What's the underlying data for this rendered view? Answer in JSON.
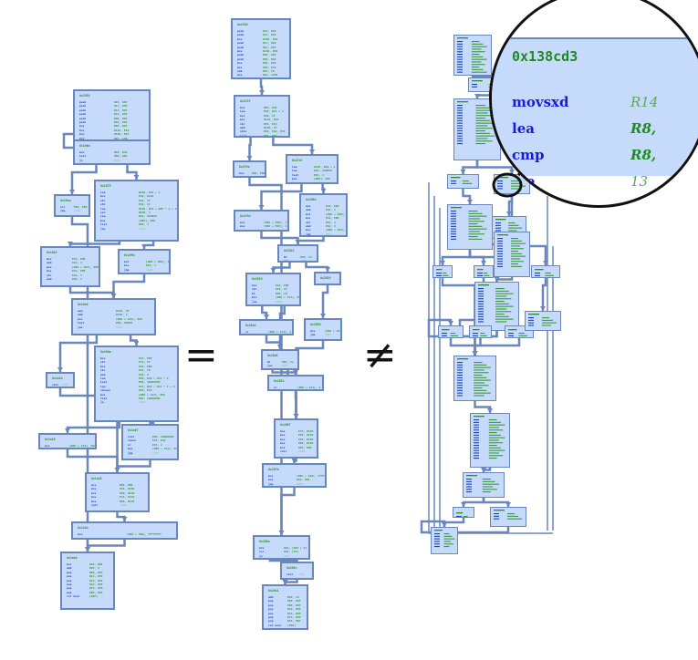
{
  "symbols": {
    "equal": "=",
    "not_equal": "≠"
  },
  "magnifier": {
    "address": "0x138cd3",
    "rows": [
      {
        "mnemonic": "movsxd",
        "operand": "R14",
        "operand_style": "dim"
      },
      {
        "mnemonic": "lea",
        "operand": "R8,",
        "operand_style": "reg"
      },
      {
        "mnemonic": "cmp",
        "operand": "R8,",
        "operand_style": "reg"
      },
      {
        "mnemonic": "jbe",
        "operand": "13",
        "operand_style": "dim"
      }
    ]
  },
  "colors": {
    "block_fill": "#c6dbfb",
    "block_border": "#6a87bd",
    "edge": "#6a87bd",
    "mnemonic": "#1a3fbf",
    "register": "#3a9a3a",
    "address": "#2e8b2e"
  },
  "graphs": [
    {
      "name": "left-cfg",
      "blocks": [
        {
          "id": "b0",
          "addr": "0x1950",
          "lines": [
            [
              "push",
              "R15, RSP"
            ],
            [
              "push",
              "R14, RSP"
            ],
            [
              "push",
              "R13, RSP"
            ],
            [
              "push",
              "R12, RSP"
            ],
            [
              "push",
              "RBX, RSP"
            ],
            [
              "push",
              "RAX, RSP"
            ],
            [
              "mov",
              "RBP, RDI"
            ],
            [
              "mov",
              "R14D, ESI"
            ],
            [
              "mov",
              "R13D, EDX"
            ],
            [
              "mov",
              "RDI, 160"
            ],
            [
              "call",
              "1020"
            ]
          ]
        },
        {
          "id": "b1",
          "addr": "0x196d",
          "lines": [
            [
              "mov",
              "RBX, RAX"
            ],
            [
              "test",
              "RBX, RBX"
            ],
            [
              "je",
              "19aa"
            ]
          ]
        },
        {
          "id": "b2",
          "addr": "0x19aa",
          "lines": [
            [
              "xor",
              "EBX, EBX"
            ],
            [
              "jmp",
              "1a4d"
            ]
          ]
        },
        {
          "id": "b3",
          "addr": "0x1975",
          "lines": [
            [
              "lea",
              "R12D, R15 + 2"
            ],
            [
              "mov",
              "EAX, R12D"
            ],
            [
              "shr",
              "EAX, 1F"
            ],
            [
              "shl",
              "EAX, 1C"
            ],
            [
              "lea",
              "R13D, R15 + RAX * 1 + 2"
            ],
            [
              "sar",
              "R13D, 4"
            ],
            [
              "lea",
              "RAX, 21B008"
            ],
            [
              "mov",
              "[RBX], RAX"
            ],
            [
              "test",
              "R8D, 4"
            ],
            [
              "jne",
              "19b3"
            ]
          ]
        },
        {
          "id": "b4",
          "addr": "0x19b3",
          "lines": [
            [
              "mov",
              "EAX, EBP"
            ],
            [
              "and",
              "EAX, 3"
            ],
            [
              "mov",
              "[RBX + 1D7], EBP"
            ],
            [
              "mov",
              "EAX, EBP"
            ],
            [
              "shr",
              "EAX, 4"
            ],
            [
              "and",
              "EAX, 3"
            ]
          ]
        },
        {
          "id": "b5",
          "addr": "0x199b",
          "lines": [
            [
              "mov",
              "[RBX + 5D0], 1"
            ],
            [
              "mov",
              "EAX, 1"
            ],
            [
              "jmp",
              "19e6"
            ]
          ]
        },
        {
          "id": "b6",
          "addr": "0x19e6",
          "lines": [
            [
              "and",
              "R15D, 3F"
            ],
            [
              "add",
              "R15D, 2"
            ],
            [
              "mov",
              "[RBX + 104], EAX"
            ],
            [
              "test",
              "EBP, 80000"
            ],
            [
              "jne",
              "1a1b"
            ]
          ]
        },
        {
          "id": "b7",
          "addr": "0x1a1b",
          "lines": [
            [
              "call",
              "fc0"
            ]
          ]
        },
        {
          "id": "b8",
          "addr": "0x19de",
          "lines": [
            [
              "mov",
              "ECX, EBP"
            ],
            [
              "shr",
              "ECX, 1F"
            ],
            [
              "mov",
              "EAX, EBP"
            ],
            [
              "shr",
              "EAX, 1E"
            ],
            [
              "and",
              "EAX, 2"
            ],
            [
              "lea",
              "EDX, RAX + RCX * 2"
            ],
            [
              "test",
              "EBP, 40000000"
            ],
            [
              "lea",
              "ECX, RAX + RCX * 2 + 4"
            ],
            [
              "cmovne",
              "EDX, ECX"
            ],
            [
              "mov",
              "[RBX + 314], EDX"
            ],
            [
              "test",
              "EBP, 10000000"
            ],
            [
              "je",
              "1a28"
            ]
          ]
        },
        {
          "id": "b9",
          "addr": "0x1a20",
          "lines": [
            [
              "mov",
              "[RBX + 324], EAX"
            ]
          ]
        },
        {
          "id": "b10",
          "addr": "0x1a07",
          "lines": [
            [
              "test",
              "EBP, 40000000"
            ],
            [
              "cmove",
              "ECX, EAX"
            ],
            [
              "or",
              "ECX, 2"
            ],
            [
              "mov",
              "[RBX + 314], ECX"
            ],
            [
              "jmp",
              "1a28"
            ]
          ]
        },
        {
          "id": "b11",
          "addr": "0x1a28",
          "lines": [
            [
              "mov",
              "RDI, RBX"
            ],
            [
              "mov",
              "ESI, R15D"
            ],
            [
              "mov",
              "EDX, R14D"
            ],
            [
              "mov",
              "ECX, R12D"
            ],
            [
              "mov",
              "R8D, R13D"
            ],
            [
              "call",
              "1a50"
            ]
          ]
        },
        {
          "id": "b12",
          "addr": "0x1a3a",
          "lines": [
            [
              "mov",
              "[RBX + 300], FFFFFFFF"
            ]
          ]
        },
        {
          "id": "b13",
          "addr": "0x1a4d",
          "lines": [
            [
              "mov",
              "RAX, RBX"
            ],
            [
              "add",
              "RSP, 8"
            ],
            [
              "pop",
              "RBX, RSP"
            ],
            [
              "pop",
              "R12, RSP"
            ],
            [
              "pop",
              "R13, RSP"
            ],
            [
              "pop",
              "R14, RSP"
            ],
            [
              "pop",
              "R15, RSP"
            ],
            [
              "pop",
              "RBP, RSP"
            ],
            [
              "ret near",
              "[RSP]"
            ]
          ]
        }
      ]
    },
    {
      "name": "middle-cfg",
      "blocks": [
        {
          "id": "m0",
          "addr": "0x2f00",
          "lines": [
            [
              "push",
              "R15, RSP"
            ],
            [
              "push",
              "R14, RSP"
            ],
            [
              "mov",
              "R15D, EDI"
            ],
            [
              "push",
              "R13, RSP"
            ],
            [
              "push",
              "R12, RSP"
            ],
            [
              "mov",
              "R13D, EDX"
            ],
            [
              "push",
              "RBP, RSP"
            ],
            [
              "push",
              "RBX, RSP"
            ],
            [
              "mov",
              "EBX, ESI"
            ],
            [
              "mov",
              "EBP, ECX"
            ],
            [
              "sub",
              "RSP, 18"
            ],
            [
              "mov",
              "RAX, 1250"
            ],
            [
              "mov",
              "[RSP + 8], RAX"
            ],
            [
              "xor",
              "EAX, EAX"
            ],
            [
              "call",
              "f70"
            ]
          ]
        },
        {
          "id": "m1",
          "addr": "0x2f2f",
          "lines": [
            [
              "mov",
              "RBP, RAX"
            ],
            [
              "lea",
              "EAX, R13 + 2"
            ],
            [
              "mov",
              "EDX, 1F"
            ],
            [
              "mov",
              "R12D, EAX"
            ],
            [
              "shr",
              "EDX, EAX"
            ],
            [
              "and",
              "R12D, 1F"
            ],
            [
              "shlx",
              "EDX, EAX, ECX"
            ],
            [
              "test",
              "RBX, RBX"
            ],
            [
              "je",
              "2280"
            ]
          ]
        },
        {
          "id": "m2",
          "addr": "0x2f9a",
          "lines": [
            [
              "mov",
              "EBX, EBX"
            ]
          ]
        },
        {
          "id": "m3",
          "addr": "0x2f4f",
          "lines": [
            [
              "lea",
              "R12D, RAX + 2"
            ],
            [
              "lea",
              "RAX, 21B008"
            ],
            [
              "test",
              "EDI, 4"
            ],
            [
              "mov",
              "[RBX], RAX"
            ],
            [
              "je",
              "200e"
            ]
          ]
        },
        {
          "id": "m4",
          "addr": "0x2f5e",
          "lines": [
            [
              "mov",
              "[RBX + 5D0], 1"
            ],
            [
              "mov",
              "[RBX + 5D4], 1"
            ]
          ]
        },
        {
          "id": "m5",
          "addr": "0x200e",
          "lines": [
            [
              "mov",
              "EAX, EBP"
            ],
            [
              "and",
              "EAX, 3"
            ],
            [
              "mov",
              "[RBX + 5D0], EAX"
            ],
            [
              "mov",
              "EAX, EBP"
            ],
            [
              "shr",
              "EAX, 4"
            ],
            [
              "and",
              "EAX, 3"
            ],
            [
              "mov",
              "[RBX + 5D4], EAX"
            ],
            [
              "jmp",
              "2022"
            ]
          ]
        },
        {
          "id": "m6",
          "addr": "0x2022",
          "lines": [
            [
              "bt",
              "EBP, 13"
            ],
            [
              "jae",
              "2039"
            ]
          ]
        },
        {
          "id": "m7",
          "addr": "0x2039",
          "lines": [
            [
              "mov",
              "EAX, EBP"
            ],
            [
              "shr",
              "EAX, 1F"
            ],
            [
              "bt",
              "EBP, 1D"
            ],
            [
              "mov",
              "[RBX + 314], EAX"
            ],
            [
              "jae",
              "2048"
            ]
          ]
        },
        {
          "id": "m8",
          "addr": "0x2029",
          "lines": [
            [
              "call",
              "f70"
            ]
          ]
        },
        {
          "id": "m9",
          "addr": "0x2044",
          "lines": [
            [
              "or",
              "[RBX + 314], 2"
            ]
          ]
        },
        {
          "id": "m10",
          "addr": "0x2050",
          "lines": [
            [
              "mov",
              "[RBX + 324], EAX"
            ],
            [
              "jmp",
              "2067"
            ]
          ]
        },
        {
          "id": "m11",
          "addr": "0x2048",
          "lines": [
            [
              "bt",
              "EBP, 1e"
            ],
            [
              "jae",
              "2057"
            ]
          ]
        },
        {
          "id": "m12",
          "addr": "0x2051",
          "lines": [
            [
              "or",
              "[RBX + 314], 4"
            ]
          ]
        },
        {
          "id": "m13",
          "addr": "0x2067",
          "lines": [
            [
              "mov",
              "ECX, R12D"
            ],
            [
              "mov",
              "EDX, R13D"
            ],
            [
              "mov",
              "ESI, R14D"
            ],
            [
              "mov",
              "R8D, R15D"
            ],
            [
              "mov",
              "RDI, RBX"
            ],
            [
              "call",
              "2b00"
            ]
          ]
        },
        {
          "id": "m14",
          "addr": "0x207b",
          "lines": [
            [
              "mov",
              "[RBX + 320], FFFFFFFF"
            ],
            [
              "mov",
              "RAX, RBX"
            ],
            [
              "jmp",
              "208a"
            ]
          ]
        },
        {
          "id": "m15",
          "addr": "0x208a",
          "lines": [
            [
              "mov",
              "RAX, [RSP + 8]"
            ],
            [
              "xor",
              "RAX, [FS]"
            ],
            [
              "je",
              "20a1"
            ]
          ]
        },
        {
          "id": "m16",
          "addr": "0x209c",
          "lines": [
            [
              "call",
              "f30"
            ]
          ]
        },
        {
          "id": "m17",
          "addr": "0x20a1",
          "lines": [
            [
              "add",
              "RSP, 18"
            ],
            [
              "pop",
              "RBX, RSP"
            ],
            [
              "pop",
              "RBP, RSP"
            ],
            [
              "pop",
              "R12, RSP"
            ],
            [
              "pop",
              "R13, RSP"
            ],
            [
              "pop",
              "R14, RSP"
            ],
            [
              "pop",
              "R15, RSP"
            ],
            [
              "ret near",
              "[RSP]"
            ]
          ]
        }
      ]
    },
    {
      "name": "right-cfg",
      "blocks": []
    }
  ]
}
